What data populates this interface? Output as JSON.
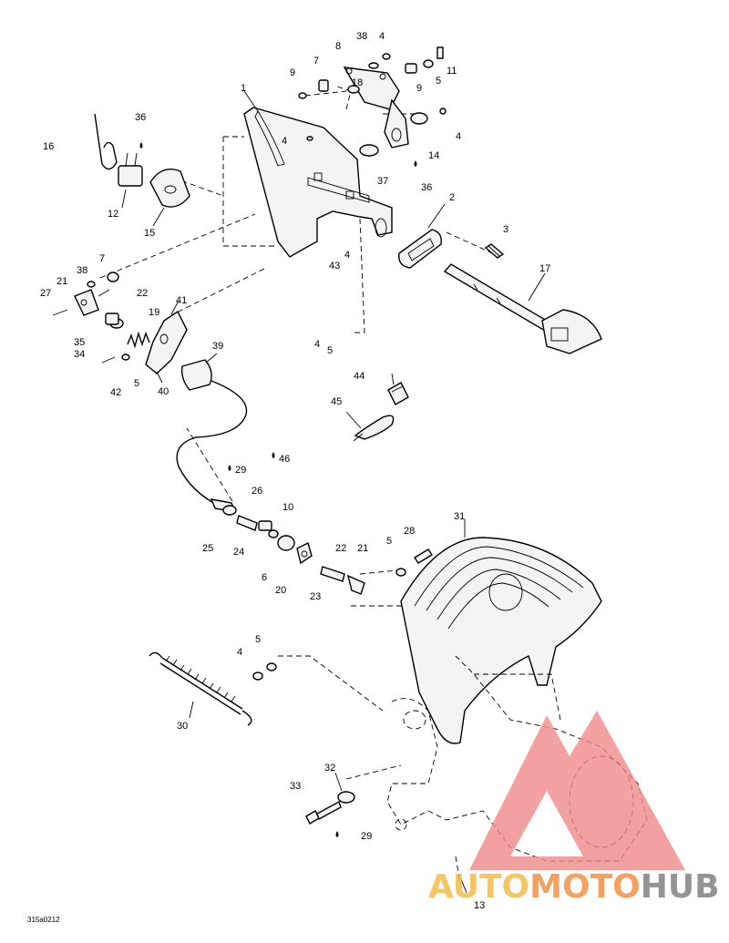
{
  "figure_code": "315a0212",
  "watermark": {
    "part1": "AUTO",
    "part2": "MOTO",
    "part3": "HUB",
    "color_part1": "#f4b840",
    "color_part2": "#f28c3c",
    "color_part3": "#7a7a7a",
    "logo_color": "#f08a8a"
  },
  "labels": [
    {
      "id": "l1",
      "text": "1"
    },
    {
      "id": "l2",
      "text": "2"
    },
    {
      "id": "l3",
      "text": "3"
    },
    {
      "id": "l4a",
      "text": "4"
    },
    {
      "id": "l4b",
      "text": "4"
    },
    {
      "id": "l4c",
      "text": "4"
    },
    {
      "id": "l4d",
      "text": "4"
    },
    {
      "id": "l4e",
      "text": "4"
    },
    {
      "id": "l4f",
      "text": "4"
    },
    {
      "id": "l5a",
      "text": "5"
    },
    {
      "id": "l5b",
      "text": "5"
    },
    {
      "id": "l5c",
      "text": "5"
    },
    {
      "id": "l5d",
      "text": "5"
    },
    {
      "id": "l5e",
      "text": "5"
    },
    {
      "id": "l6",
      "text": "6"
    },
    {
      "id": "l7a",
      "text": "7"
    },
    {
      "id": "l7b",
      "text": "7"
    },
    {
      "id": "l8",
      "text": "8"
    },
    {
      "id": "l9a",
      "text": "9"
    },
    {
      "id": "l9b",
      "text": "9"
    },
    {
      "id": "l10",
      "text": "10"
    },
    {
      "id": "l11",
      "text": "11"
    },
    {
      "id": "l12",
      "text": "12"
    },
    {
      "id": "l13",
      "text": "13"
    },
    {
      "id": "l14",
      "text": "14"
    },
    {
      "id": "l15",
      "text": "15"
    },
    {
      "id": "l16",
      "text": "16"
    },
    {
      "id": "l17",
      "text": "17"
    },
    {
      "id": "l18",
      "text": "18"
    },
    {
      "id": "l19",
      "text": "19"
    },
    {
      "id": "l20",
      "text": "20"
    },
    {
      "id": "l21a",
      "text": "21"
    },
    {
      "id": "l21b",
      "text": "21"
    },
    {
      "id": "l22a",
      "text": "22"
    },
    {
      "id": "l22b",
      "text": "22"
    },
    {
      "id": "l23",
      "text": "23"
    },
    {
      "id": "l24",
      "text": "24"
    },
    {
      "id": "l25",
      "text": "25"
    },
    {
      "id": "l26",
      "text": "26"
    },
    {
      "id": "l27",
      "text": "27"
    },
    {
      "id": "l28",
      "text": "28"
    },
    {
      "id": "l29a",
      "text": "29"
    },
    {
      "id": "l29b",
      "text": "29"
    },
    {
      "id": "l30",
      "text": "30"
    },
    {
      "id": "l31",
      "text": "31"
    },
    {
      "id": "l32",
      "text": "32"
    },
    {
      "id": "l33",
      "text": "33"
    },
    {
      "id": "l34",
      "text": "34"
    },
    {
      "id": "l35",
      "text": "35"
    },
    {
      "id": "l36a",
      "text": "36"
    },
    {
      "id": "l36b",
      "text": "36"
    },
    {
      "id": "l37",
      "text": "37"
    },
    {
      "id": "l38a",
      "text": "38"
    },
    {
      "id": "l38b",
      "text": "38"
    },
    {
      "id": "l39",
      "text": "39"
    },
    {
      "id": "l40",
      "text": "40"
    },
    {
      "id": "l41",
      "text": "41"
    },
    {
      "id": "l42",
      "text": "42"
    },
    {
      "id": "l43",
      "text": "43"
    },
    {
      "id": "l44",
      "text": "44"
    },
    {
      "id": "l45",
      "text": "45"
    },
    {
      "id": "l46",
      "text": "46"
    }
  ]
}
